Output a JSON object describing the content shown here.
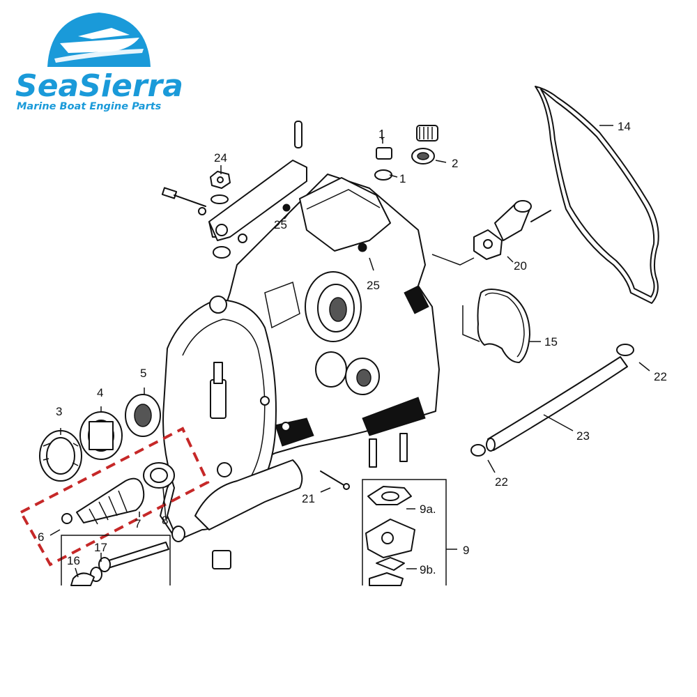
{
  "brand": {
    "name": "SeaSierra",
    "tagline": "Marine Boat Engine Parts",
    "color": "#1a9ad9"
  },
  "highlight_color": "#c62828",
  "callouts": [
    {
      "id": "c1a",
      "label": "1"
    },
    {
      "id": "c1b",
      "label": "1"
    },
    {
      "id": "c2",
      "label": "2"
    },
    {
      "id": "c3",
      "label": "3"
    },
    {
      "id": "c4",
      "label": "4"
    },
    {
      "id": "c5",
      "label": "5"
    },
    {
      "id": "c6",
      "label": "6"
    },
    {
      "id": "c7",
      "label": "7"
    },
    {
      "id": "c8",
      "label": "8"
    },
    {
      "id": "c9",
      "label": "9"
    },
    {
      "id": "c9a",
      "label": "9a."
    },
    {
      "id": "c9b",
      "label": "9b."
    },
    {
      "id": "c14",
      "label": "14"
    },
    {
      "id": "c15",
      "label": "15"
    },
    {
      "id": "c16",
      "label": "16"
    },
    {
      "id": "c17",
      "label": "17"
    },
    {
      "id": "c20",
      "label": "20"
    },
    {
      "id": "c21",
      "label": "21"
    },
    {
      "id": "c22a",
      "label": "22"
    },
    {
      "id": "c22b",
      "label": "22"
    },
    {
      "id": "c23",
      "label": "23"
    },
    {
      "id": "c24",
      "label": "24"
    },
    {
      "id": "c25a",
      "label": "25"
    },
    {
      "id": "c25b",
      "label": "25"
    }
  ]
}
